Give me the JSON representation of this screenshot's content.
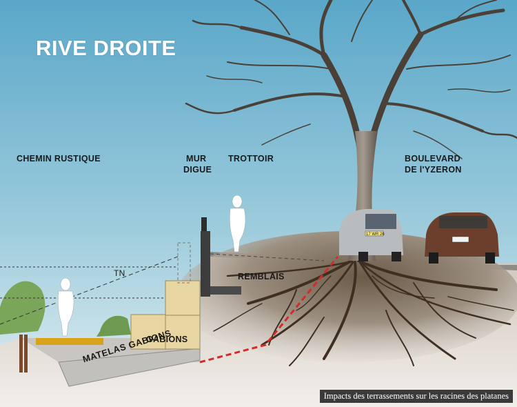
{
  "title": "RIVE DROITE",
  "labels": {
    "chemin_rustique": "CHEMIN RUSTIQUE",
    "mur": "MUR",
    "digue": "DIGUE",
    "trottoir": "TROTTOIR",
    "boulevard_line1": "BOULEVARD",
    "boulevard_line2": "DE l'YZERON",
    "tn": "TN",
    "remblais": "REMBLAIS",
    "gabions": "GABIONS",
    "matelas_gabions": "MATELAS  GABIONS",
    "license_plate": "17 WR 26"
  },
  "caption": "Impacts des terrassements sur les racines des platanes",
  "colors": {
    "sky_top": "#5aa7c9",
    "sky_bottom": "#d6e9ef",
    "gabion": "#e8d6a2",
    "soil": "#d8d0c8",
    "root_zone": "#6a5a48",
    "impact_line": "#d42a2a"
  }
}
